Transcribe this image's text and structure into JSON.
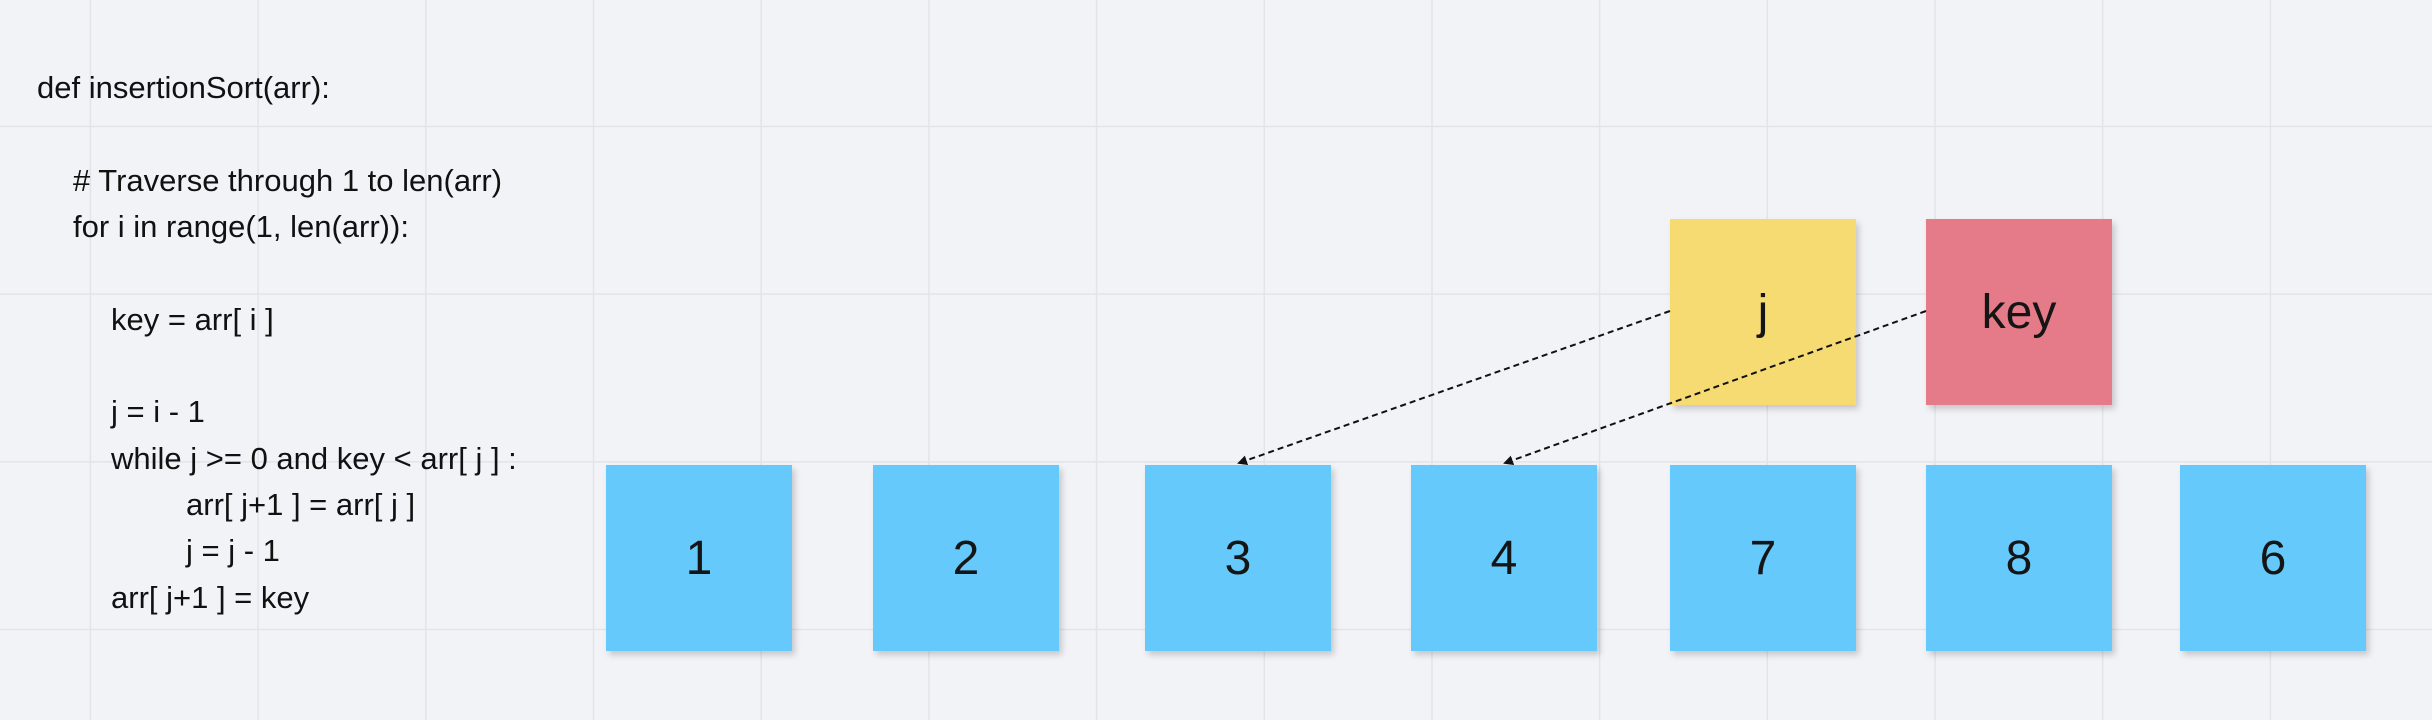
{
  "code": {
    "lines": [
      "def insertionSort(arr):",
      "# Traverse through 1 to len(arr)",
      "for i in range(1, len(arr)):",
      "key = arr[ i ]",
      "j = i - 1",
      "while j >= 0 and key < arr[ j ] :",
      "arr[ j+1 ] = arr[ j ]",
      "j = j - 1",
      "arr[ j+1 ] = key"
    ]
  },
  "array": {
    "values": [
      "1",
      "2",
      "3",
      "4",
      "7",
      "8",
      "6"
    ],
    "color": "#66c9fb"
  },
  "pointers": {
    "j": {
      "label": "j",
      "color": "#f6da72",
      "points_to_index": 2
    },
    "key": {
      "label": "key",
      "color": "#e57b89",
      "points_to_index": 3
    }
  },
  "colors": {
    "background": "#f2f3f7",
    "grid": "#e2e4ea"
  }
}
